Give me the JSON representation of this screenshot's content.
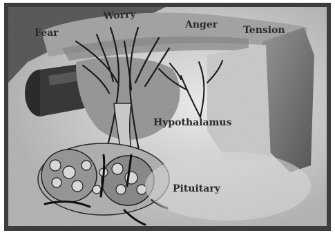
{
  "diagram": {
    "labels": {
      "fear": "Fear",
      "worry": "Worry",
      "anger": "Anger",
      "tension": "Tension",
      "hypothalamus": "Hypothalamus",
      "pituitary": "Pituitary"
    }
  },
  "colors": {
    "background_dark": "#4a4a4a",
    "tissue_light": "#c8c8c8",
    "nerve_dark": "#1a1a1a"
  }
}
